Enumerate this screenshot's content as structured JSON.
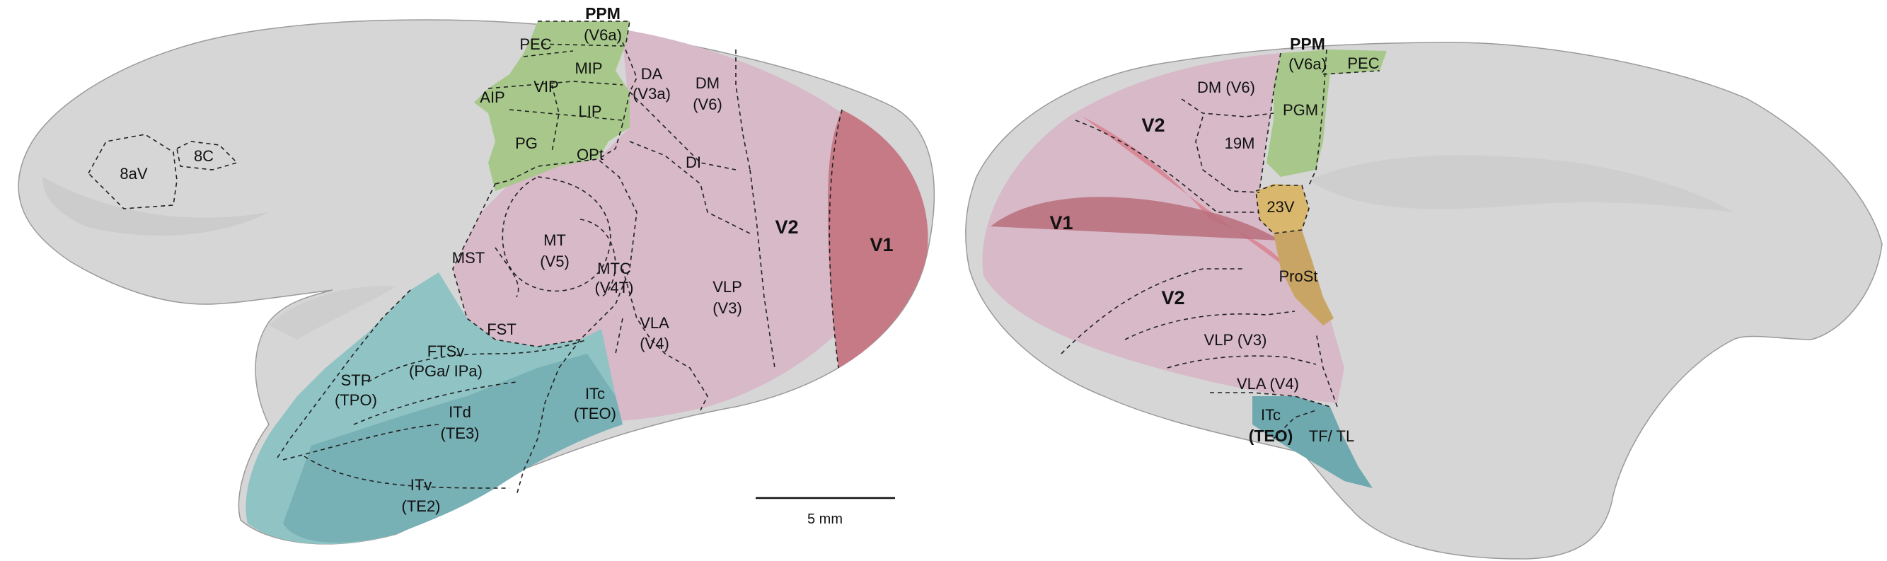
{
  "colors": {
    "brain": "#d6d6d6",
    "brain_shade": "#bdbdbd",
    "visual": "#d7b9c8",
    "v1": "#c67a86",
    "parietal": "#a7c88a",
    "temporal": "#8fc3c4",
    "temporal_dark": "#6fa9b0",
    "frontal": "#d8cd7a",
    "cingulate": "#d9b76d",
    "medial_v1": "#d88a98"
  },
  "scale_bar": {
    "label": "5 mm"
  },
  "lateral": {
    "ppm": "PPM",
    "v6a": "(V6a)",
    "pec": "PEC",
    "mip": "MIP",
    "vip": "VIP",
    "aip": "AIP",
    "lip": "LIP",
    "pg": "PG",
    "opt": "OPt",
    "da": "DA",
    "v3a": "(V3a)",
    "dm": "DM",
    "v6": "(V6)",
    "di": "DI",
    "v2": "V2",
    "v1": "V1",
    "mst": "MST",
    "mt": "MT",
    "v5": "(V5)",
    "mtc": "MTC",
    "v4t": "(V4T)",
    "fst": "FST",
    "vlp": "VLP",
    "v3": "(V3)",
    "vla": "VLA",
    "v4": "(V4)",
    "ftsv": "FTSv",
    "pga_ipa": "(PGa/ IPa)",
    "stp": "STP",
    "tpo": "(TPO)",
    "itc": "ITc",
    "teo": "(TEO)",
    "itd": "ITd",
    "te3": "(TE3)",
    "itv": "ITv",
    "te2": "(TE2)",
    "a8av": "8aV",
    "a8c": "8C"
  },
  "medial": {
    "ppm": "PPM",
    "v6a": "(V6a)",
    "pec": "PEC",
    "dm_v6": "DM (V6)",
    "v2_top": "V2",
    "m19": "19M",
    "pgm": "PGM",
    "a23v": "23V",
    "v1": "V1",
    "prost": "ProSt",
    "v2_bottom": "V2",
    "vlp_v3": "VLP (V3)",
    "vla_v4": "VLA (V4)",
    "itc": "ITc",
    "teo": "(TEO)",
    "tf_tl": "TF/ TL"
  }
}
